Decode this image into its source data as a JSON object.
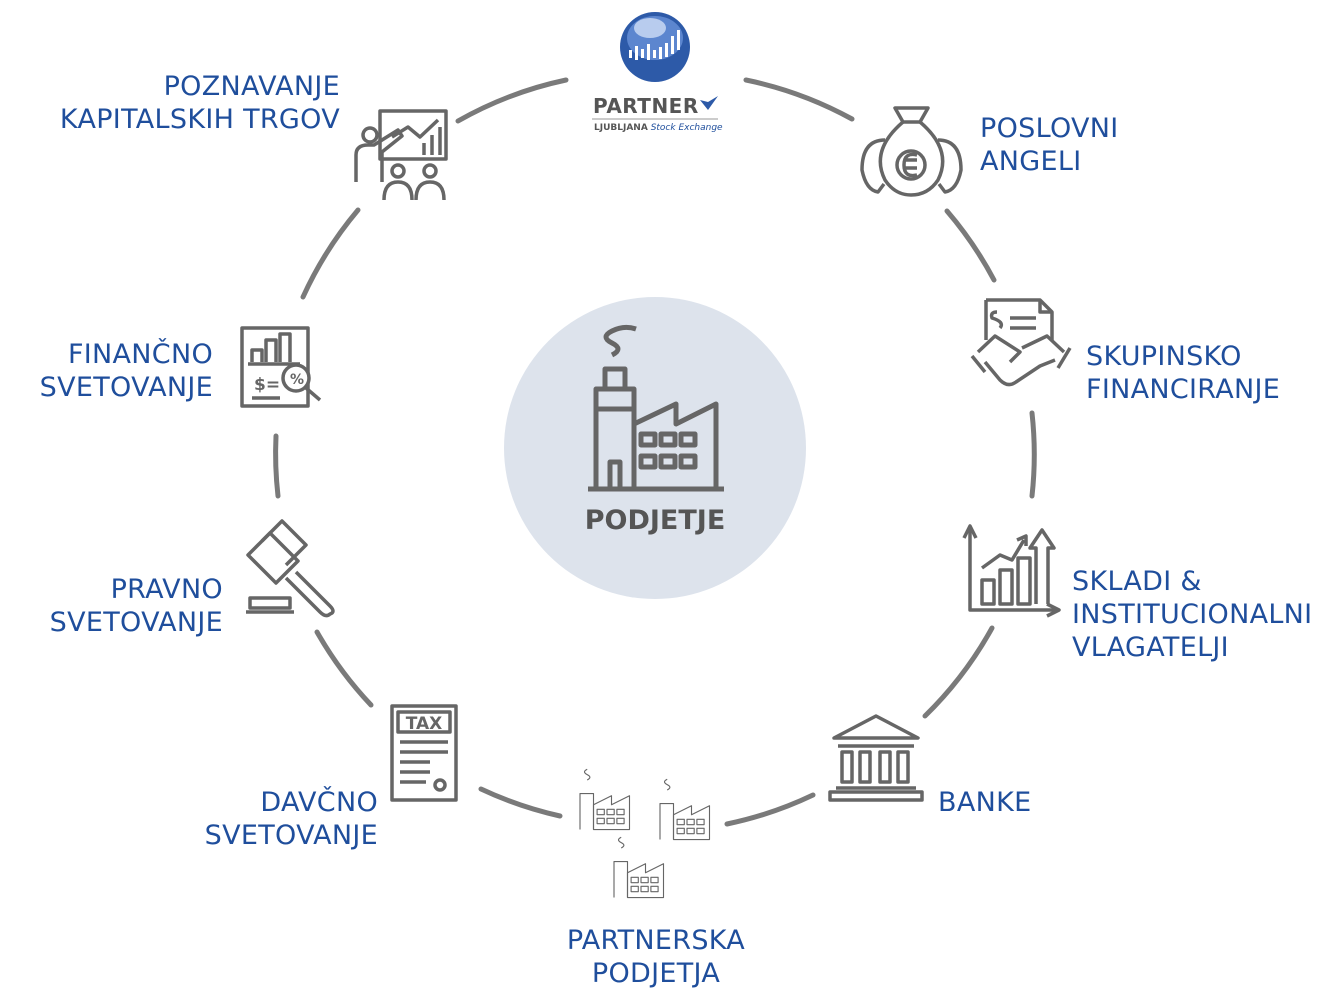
{
  "center": {
    "label": "PODJETJE",
    "icon": "factory-icon"
  },
  "logo": {
    "name": "PARTNER",
    "city": "LJUBLJANA",
    "tagline": "Stock Exchange",
    "icon": "candlestick-globe-icon"
  },
  "nodes": [
    {
      "id": "poznavanje",
      "lines": [
        "POZNAVANJE",
        "KAPITALSKIH TRGOV"
      ],
      "icon": "presentation-icon"
    },
    {
      "id": "poslovni",
      "lines": [
        "POSLOVNI",
        "ANGELI"
      ],
      "icon": "money-bag-wings-icon"
    },
    {
      "id": "skupinsko",
      "lines": [
        "SKUPINSKO",
        "FINANCIRANJE"
      ],
      "icon": "handshake-contract-icon"
    },
    {
      "id": "skladi",
      "lines": [
        "SKLADI &",
        "INSTITUCIONALNI",
        "VLAGATELJI"
      ],
      "icon": "growth-chart-icon"
    },
    {
      "id": "banke",
      "lines": [
        "BANKE"
      ],
      "icon": "bank-icon"
    },
    {
      "id": "partnerska",
      "lines": [
        "PARTNERSKA",
        "PODJETJA"
      ],
      "icon": "factories-icon"
    },
    {
      "id": "davcno",
      "lines": [
        "DAVČNO",
        "SVETOVANJE"
      ],
      "icon": "tax-form-icon"
    },
    {
      "id": "pravno",
      "lines": [
        "PRAVNO",
        "SVETOVANJE"
      ],
      "icon": "gavel-icon"
    },
    {
      "id": "financno",
      "lines": [
        "FINANČNO",
        "SVETOVANJE"
      ],
      "icon": "financial-analysis-icon"
    }
  ],
  "colors": {
    "label": "#1f4e9c",
    "ring": "#7a7a7a",
    "center_fill": "#dde3ec",
    "icon": "#666666"
  }
}
